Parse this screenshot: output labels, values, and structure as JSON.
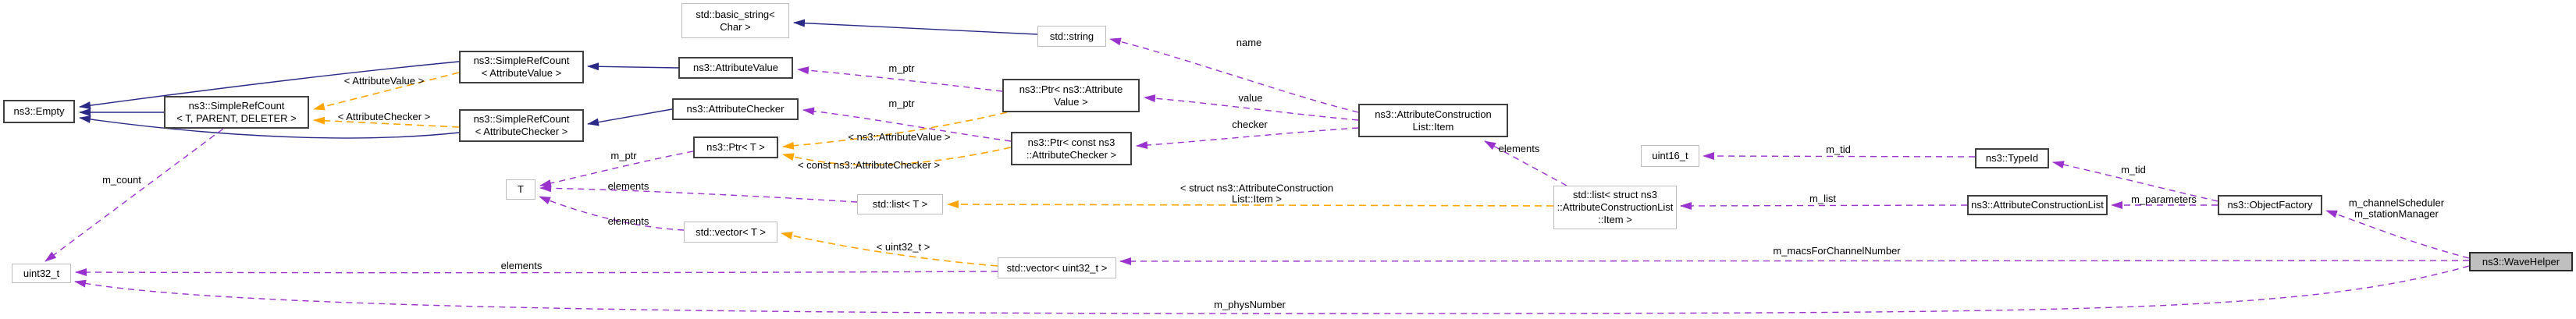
{
  "diagram": {
    "type": "doxygen-collaboration-graph",
    "focus_class": "ns3::WaveHelper",
    "colors": {
      "inheritance_edge": "#2a2a86",
      "member_edge": "#9a32cd",
      "template_edge": "#ffa500",
      "current_node_fill": "#bfbfbf",
      "documented_border": "#404040",
      "undocumented_border": "#bdbdbd"
    }
  },
  "nodes": [
    {
      "label": "ns3::Empty"
    },
    {
      "label": "ns3::SimpleRefCount\n< T, PARENT, DELETER >"
    },
    {
      "label": "ns3::SimpleRefCount\n< AttributeValue >"
    },
    {
      "label": "ns3::SimpleRefCount\n< AttributeChecker >"
    },
    {
      "label": "std::basic_string<\nChar >"
    },
    {
      "label": "ns3::AttributeValue"
    },
    {
      "label": "ns3::AttributeChecker"
    },
    {
      "label": "std::string"
    },
    {
      "label": "ns3::Ptr< ns3::Attribute\nValue >"
    },
    {
      "label": "ns3::Ptr< const ns3\n::AttributeChecker >"
    },
    {
      "label": "ns3::Ptr< T >"
    },
    {
      "label": "ns3::AttributeConstruction\nList::Item"
    },
    {
      "label": "T"
    },
    {
      "label": "std::list< T >"
    },
    {
      "label": "std::vector< T >"
    },
    {
      "label": "std::vector< uint32_t >"
    },
    {
      "label": "uint32_t"
    },
    {
      "label": "uint16_t"
    },
    {
      "label": "std::list< struct ns3\n::AttributeConstructionList\n::Item >"
    },
    {
      "label": "ns3::TypeId"
    },
    {
      "label": "ns3::AttributeConstructionList"
    },
    {
      "label": "ns3::ObjectFactory"
    },
    {
      "label": "ns3::WaveHelper"
    }
  ],
  "edge_labels": [
    {
      "text": "< AttributeValue >"
    },
    {
      "text": "< AttributeChecker >"
    },
    {
      "text": "< ns3::AttributeValue >"
    },
    {
      "text": "< const ns3::AttributeChecker >"
    },
    {
      "text": "< struct ns3::AttributeConstruction\nList::Item >"
    },
    {
      "text": "< uint32_t >"
    },
    {
      "text": "m_count"
    },
    {
      "text": "m_ptr"
    },
    {
      "text": "m_ptr"
    },
    {
      "text": "m_ptr"
    },
    {
      "text": "elements"
    },
    {
      "text": "elements"
    },
    {
      "text": "elements"
    },
    {
      "text": "name"
    },
    {
      "text": "value"
    },
    {
      "text": "checker"
    },
    {
      "text": "elements"
    },
    {
      "text": "m_tid"
    },
    {
      "text": "m_tid"
    },
    {
      "text": "m_list"
    },
    {
      "text": "m_parameters"
    },
    {
      "text": "m_channelScheduler\nm_stationManager"
    },
    {
      "text": "m_macsForChannelNumber"
    },
    {
      "text": "m_physNumber"
    }
  ]
}
